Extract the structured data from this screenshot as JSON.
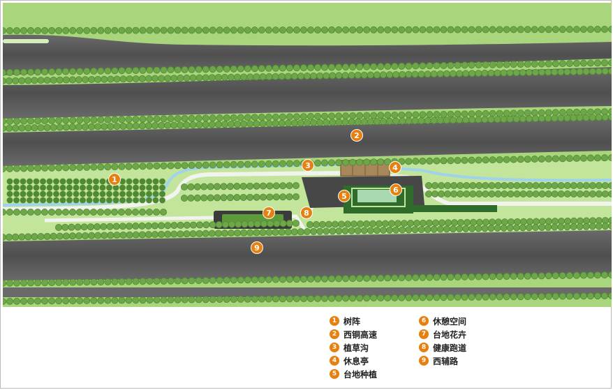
{
  "colors": {
    "marker": "#e8800f",
    "grass": "#a9d67d",
    "grass_light": "#c8e8a4",
    "road": "#5b5b5b",
    "tree": "#6fa64a",
    "water": "#9ed3ea",
    "path": "#f1f3ef",
    "plaza": "#474747",
    "pavilion": "#a8885a"
  },
  "map": {
    "markers": [
      {
        "n": "1"
      },
      {
        "n": "2"
      },
      {
        "n": "3"
      },
      {
        "n": "4"
      },
      {
        "n": "5"
      },
      {
        "n": "6"
      },
      {
        "n": "7"
      },
      {
        "n": "8"
      },
      {
        "n": "9"
      }
    ]
  },
  "legend": {
    "items": [
      {
        "n": "1",
        "label": "树阵"
      },
      {
        "n": "2",
        "label": "西铜高速"
      },
      {
        "n": "3",
        "label": "植草沟"
      },
      {
        "n": "4",
        "label": "休息亭"
      },
      {
        "n": "5",
        "label": "台地种植"
      },
      {
        "n": "6",
        "label": "休憩空间"
      },
      {
        "n": "7",
        "label": "台地花卉"
      },
      {
        "n": "8",
        "label": "健康跑道"
      },
      {
        "n": "9",
        "label": "西辅路"
      }
    ]
  }
}
